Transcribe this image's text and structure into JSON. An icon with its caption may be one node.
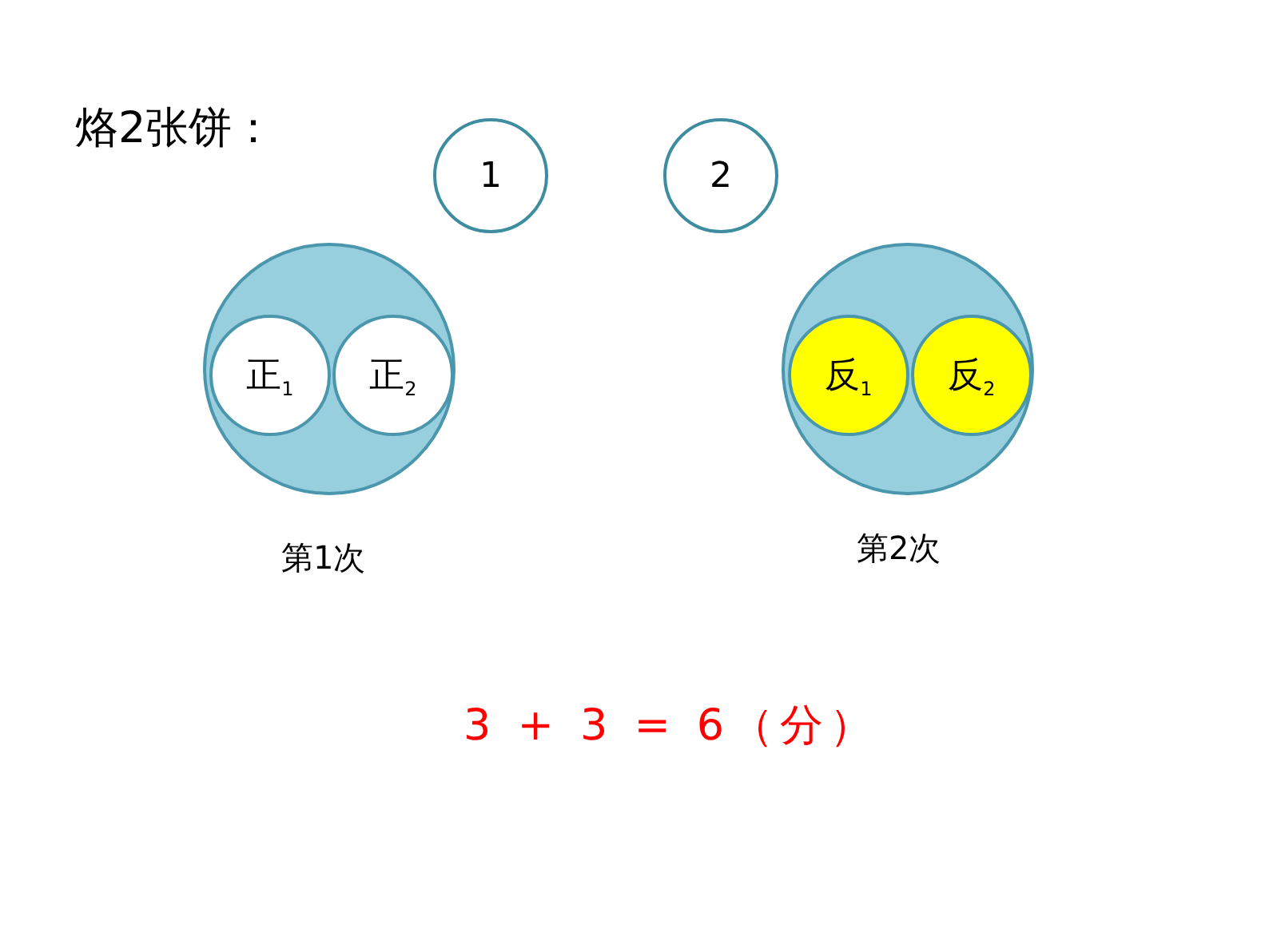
{
  "diagram": {
    "title": "烙2张饼：",
    "nodes": [
      {
        "text": [
          "1"
        ]
      },
      {
        "text": [
          "2"
        ]
      },
      {
        "text": [],
        "shape": "circle",
        "beside": [
          "第1次"
        ]
      },
      {
        "text": [
          "正$_{1}$"
        ],
        "in": 2
      },
      {
        "text": [
          "正$_{2}$"
        ],
        "in": 2
      },
      {
        "text": [],
        "shape": "circle",
        "beside": [
          "第2次"
        ]
      },
      {
        "text": [
          "反$_{1}$"
        ],
        "in": 5
      },
      {
        "text": [
          "反$_{2}$"
        ],
        "in": 5
      }
    ],
    "labels": [
      "3 + 3 = 6（分）"
    ]
  }
}
